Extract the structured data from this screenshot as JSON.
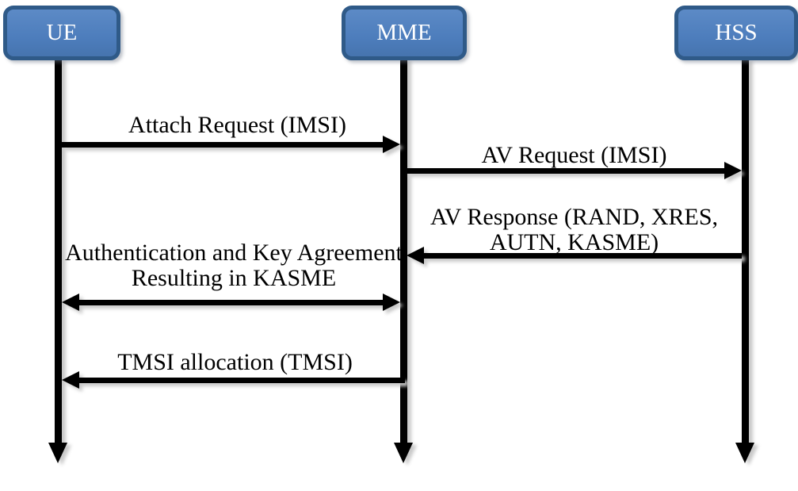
{
  "diagram": {
    "type": "sequence-diagram",
    "description": "LTE attach and authentication message flow between UE, MME and HSS",
    "actors": [
      {
        "id": "ue",
        "label": "UE"
      },
      {
        "id": "mme",
        "label": "MME"
      },
      {
        "id": "hss",
        "label": "HSS"
      }
    ],
    "messages": [
      {
        "label": "Attach Request (IMSI)",
        "from": "UE",
        "to": "MME",
        "arrow": "right"
      },
      {
        "label": "AV Request (IMSI)",
        "from": "MME",
        "to": "HSS",
        "arrow": "right"
      },
      {
        "label": "AV Response (RAND, XRES, AUTN, KASME)",
        "lines": [
          "AV Response (RAND, XRES,",
          "AUTN, KASME)"
        ],
        "from": "HSS",
        "to": "MME",
        "arrow": "left"
      },
      {
        "label": "Authentication and Key Agreement Resulting in KASME",
        "lines": [
          "Authentication and Key Agreement",
          "Resulting in KASME"
        ],
        "from": "UE",
        "to": "MME",
        "arrow": "both"
      },
      {
        "label": "TMSI allocation (TMSI)",
        "from": "MME",
        "to": "UE",
        "arrow": "left"
      }
    ],
    "colors": {
      "actor_fill": "#4d7dbc",
      "actor_fill_top": "#5c8ac6",
      "actor_border": "#2f5a88",
      "actor_text": "#ffffff",
      "line_color": "#000000",
      "shadow_color": "#c9c9c9",
      "label_text": "#000000",
      "background": "#ffffff"
    }
  }
}
